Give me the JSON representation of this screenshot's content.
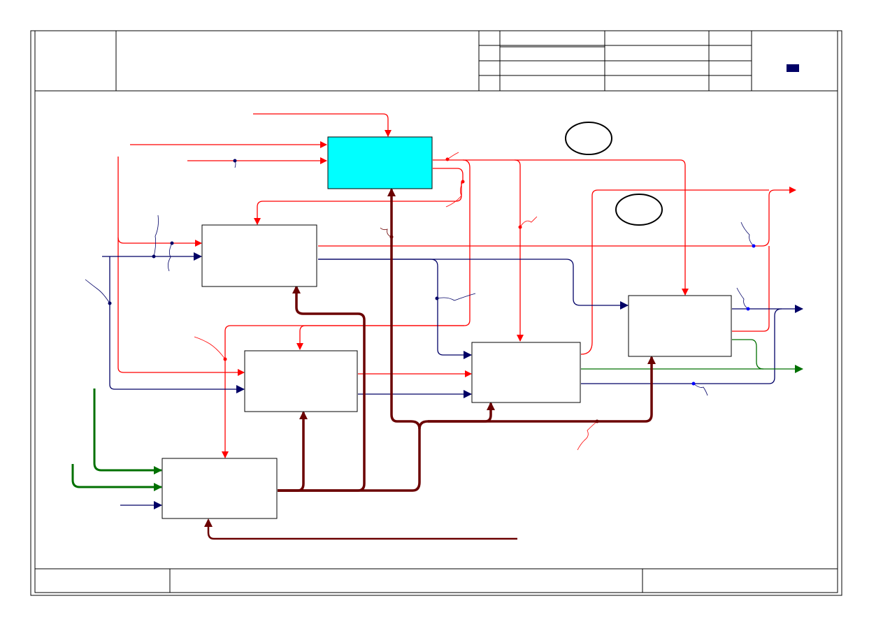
{
  "colors": {
    "control": "#ff0000",
    "input": "#000066",
    "mechanism": "#6b0000",
    "output_green": "#007000",
    "highlight_box": "#00ffff",
    "node_marker": "#000066"
  },
  "header": {
    "title": "",
    "node_label": ""
  },
  "footer": {
    "node": "",
    "title": "",
    "number": ""
  },
  "diagram": {
    "activities": [
      {
        "id": "a1",
        "label": "",
        "highlighted": true
      },
      {
        "id": "a2",
        "label": "",
        "highlighted": false
      },
      {
        "id": "a3",
        "label": "",
        "highlighted": false
      },
      {
        "id": "a4",
        "label": "",
        "highlighted": false
      },
      {
        "id": "a5",
        "label": "",
        "highlighted": false
      },
      {
        "id": "a6",
        "label": "",
        "highlighted": false
      }
    ],
    "annotations": [
      {
        "id": "circle-1",
        "label": ""
      },
      {
        "id": "circle-2",
        "label": ""
      }
    ]
  }
}
